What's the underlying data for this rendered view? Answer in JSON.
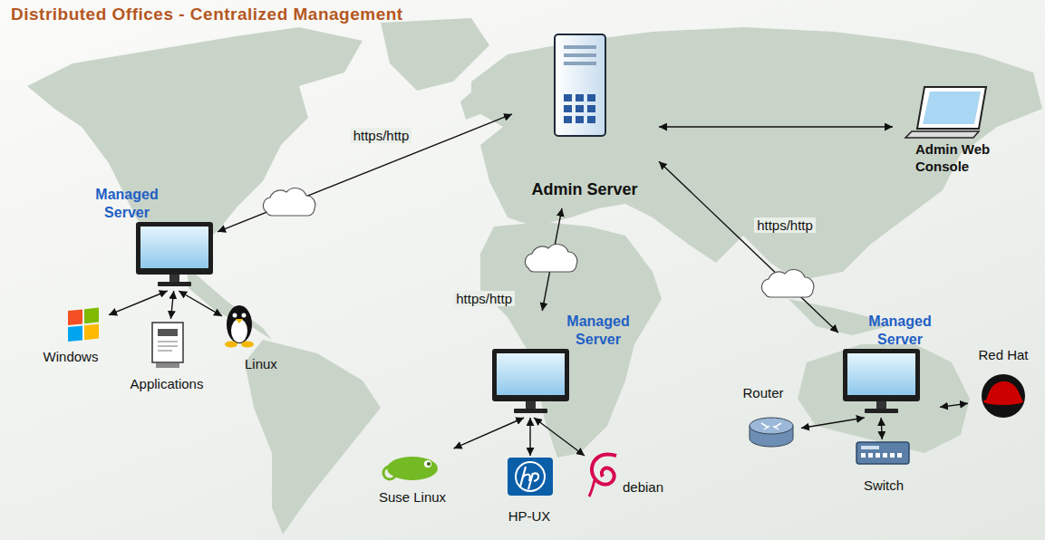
{
  "diagram": {
    "title": "Distributed Offices - Centralized Management",
    "nodes": [
      {
        "text": [
          "Admin Server"
        ]
      },
      {
        "text": [
          "Admin Web Console"
        ]
      },
      {
        "text": [
          "Managed Server"
        ]
      },
      {
        "text": [
          "Windows"
        ]
      },
      {
        "text": [
          "Applications"
        ]
      },
      {
        "text": [
          "Linux"
        ]
      },
      {
        "text": [
          "Managed Server"
        ]
      },
      {
        "text": [
          "Suse Linux"
        ]
      },
      {
        "text": [
          "HP-UX"
        ]
      },
      {
        "text": [
          "debian"
        ]
      },
      {
        "text": [
          "Managed Server"
        ]
      },
      {
        "text": [
          "Router"
        ]
      },
      {
        "text": [
          "Switch"
        ]
      },
      {
        "text": [
          "Red Hat"
        ]
      }
    ],
    "edges": [
      {
        "from": 0,
        "to": 1,
        "arrow": "both"
      },
      {
        "from": 0,
        "to": 2,
        "label": "https/http",
        "arrow": "both"
      },
      {
        "from": 0,
        "to": 6,
        "label": "https/http",
        "arrow": "both"
      },
      {
        "from": 0,
        "to": 10,
        "label": "https/http",
        "arrow": "both"
      },
      {
        "from": 2,
        "to": 3,
        "arrow": "both"
      },
      {
        "from": 2,
        "to": 4,
        "arrow": "both"
      },
      {
        "from": 2,
        "to": 5,
        "arrow": "both"
      },
      {
        "from": 6,
        "to": 7,
        "arrow": "both"
      },
      {
        "from": 6,
        "to": 8,
        "arrow": "both"
      },
      {
        "from": 6,
        "to": 9,
        "arrow": "both"
      },
      {
        "from": 10,
        "to": 11,
        "arrow": "both"
      },
      {
        "from": 10,
        "to": 12,
        "arrow": "both"
      },
      {
        "from": 10,
        "to": 13,
        "arrow": "both"
      }
    ]
  }
}
